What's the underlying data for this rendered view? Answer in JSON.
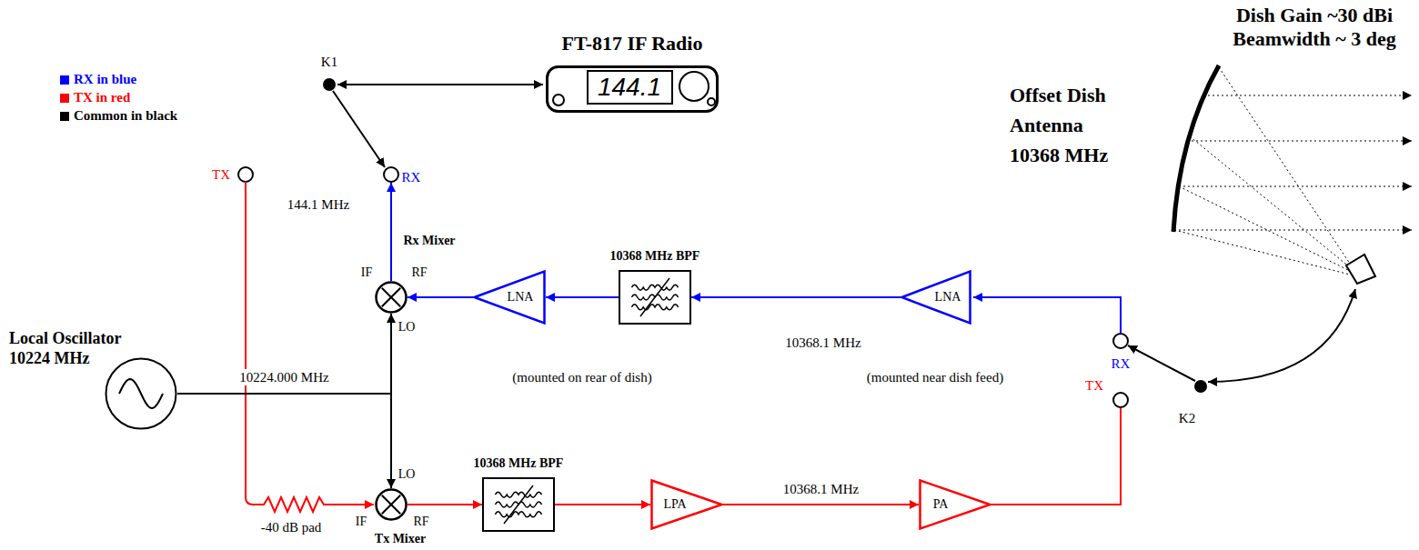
{
  "diagram": {
    "nodes": [
      {
        "text": [
          "FT-817 IF Radio"
        ]
      },
      {
        "text": [
          "144.1"
        ],
        "in": 0
      },
      {
        "text": [
          "Rx Mixer"
        ]
      },
      {
        "text": [
          "LNA"
        ]
      },
      {
        "text": [
          "10368 MHz BPF"
        ]
      },
      {
        "text": [
          "LNA"
        ]
      },
      {
        "text": [
          "Dish Gain ~30 dBi Beamwidth ~ 3 deg",
          "Offset Dish Antenna 10368 MHz"
        ]
      },
      {
        "text": [
          "Local Oscillator 10224 MHz"
        ]
      },
      {
        "text": [
          "Tx Mixer"
        ]
      },
      {
        "text": [
          "10368 MHz BPF"
        ]
      },
      {
        "text": [
          "LPA"
        ]
      },
      {
        "text": [
          "PA"
        ]
      }
    ],
    "edges": [
      {
        "from": 5,
        "to": 4,
        "arrow": "to",
        "label": "10368.1 MHz"
      },
      {
        "from": 4,
        "to": 3,
        "arrow": "to"
      },
      {
        "from": 3,
        "to": 2,
        "arrow": "to"
      },
      {
        "from": 7,
        "to": 2,
        "arrow": "to",
        "label": "10224.000 MHz"
      },
      {
        "from": 7,
        "to": 8,
        "arrow": "to"
      },
      {
        "from": 8,
        "to": 9,
        "arrow": "to"
      },
      {
        "from": 9,
        "to": 10,
        "arrow": "to"
      },
      {
        "from": 10,
        "to": 11,
        "arrow": "to",
        "label": "10368.1 MHz"
      }
    ],
    "labels": [
      "K1",
      "RX",
      "TX",
      "144.1 MHz",
      "IF",
      "RF",
      "LO",
      "(mounted on rear of dish)",
      "(mounted near dish feed)",
      "RX",
      "TX",
      "K2",
      "LO",
      "IF",
      "RF",
      "-40 dB pad"
    ],
    "legend": [
      {
        "text": "RX in blue",
        "color": "#0000ff"
      },
      {
        "text": "TX in red",
        "color": "#ff0000"
      },
      {
        "text": "Common in black",
        "color": "#000000"
      }
    ]
  }
}
